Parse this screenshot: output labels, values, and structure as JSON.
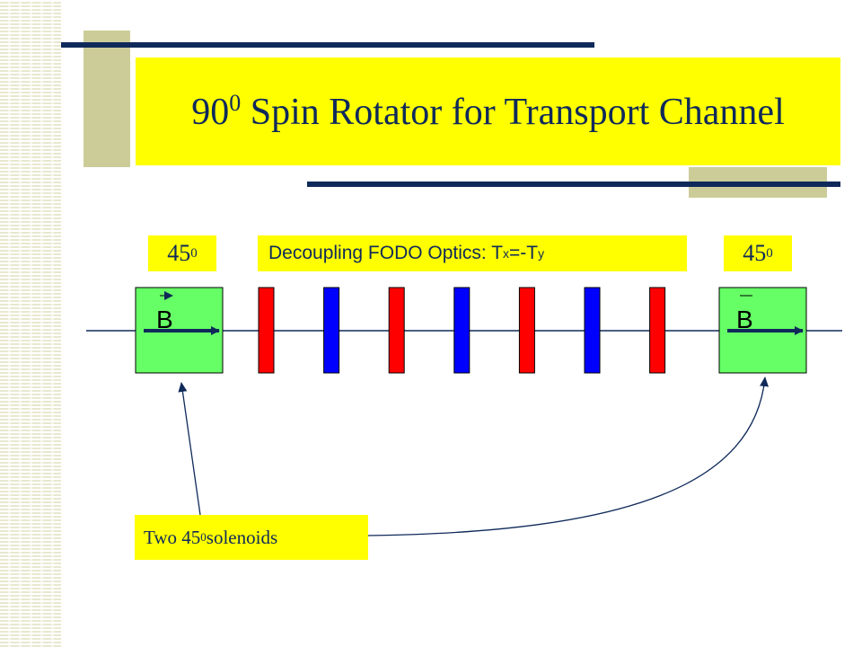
{
  "title": {
    "base": "90",
    "sup": "0",
    "rest": " Spin Rotator for Transport Channel"
  },
  "left_angle": {
    "base": "45",
    "sup": "0"
  },
  "right_angle": {
    "base": "45",
    "sup": "0"
  },
  "fodo_label": {
    "prefix": "Decoupling FODO Optics:  T",
    "sub1": "x",
    "mid": "=-T",
    "sub2": "y"
  },
  "solenoids_label": {
    "prefix": "Two 45",
    "sup": "0",
    "suffix": " solenoids"
  },
  "field_symbol": "B",
  "magnets": [
    "red",
    "blue",
    "red",
    "blue",
    "red",
    "blue",
    "red"
  ],
  "colors": {
    "title_bg": "#ffff00",
    "accent_tan": "#cccc99",
    "rule": "#0f2a5a",
    "solenoid_fill": "#66ff66",
    "focusing_magnet": "#ff0000",
    "defocusing_magnet": "#0000ff"
  }
}
